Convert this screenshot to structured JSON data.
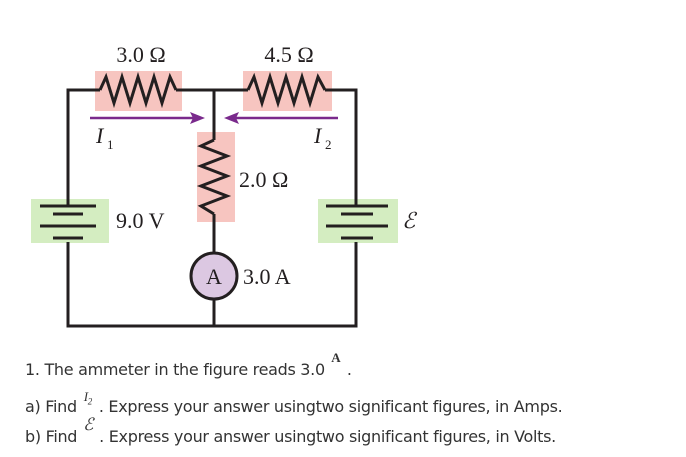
{
  "circuit": {
    "labels": {
      "r1": "3.0 Ω",
      "r2": "4.5 Ω",
      "r3": "2.0 Ω",
      "battery1": "9.0 V",
      "battery2": "ℰ",
      "ammeter_symbol": "A",
      "ammeter_reading": "3.0 A",
      "i1": "I",
      "i1_sub": "1",
      "i2": "I",
      "i2_sub": "2"
    },
    "colors": {
      "wire": "#231f20",
      "resistor_bg": "#f7c5c0",
      "battery_bg": "#d4edc1",
      "ammeter_fill": "#dcc8e2",
      "arrow": "#7a2a8c"
    }
  },
  "question": {
    "line1_text": "1. The ammeter in the figure reads 3.0",
    "line1_unit": "A",
    "line1_end": ".",
    "a_prefix": "a) Find",
    "a_symbol": "I",
    "a_symbol_sub": "2",
    "a_text": ". Express your answer usingtwo significant figures, in Amps.",
    "b_prefix": "b) Find",
    "b_symbol": "ℰ",
    "b_text": ". Express your answer usingtwo significant figures, in Volts."
  }
}
